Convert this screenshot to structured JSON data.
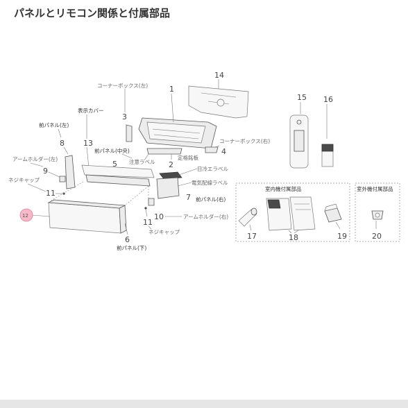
{
  "title": "パネルとリモコン関係と付属部品",
  "labels": {
    "corner_box_left": "コーナーボックス(左)",
    "corner_box_right": "コーナーボックス(右)",
    "display_cover": "表示カバー",
    "front_panel_left": "前パネル(左)",
    "front_panel_center": "前パネル(中央)",
    "arm_holder_left": "アームホルダー(左)",
    "screw_cap_left": "ネジキャップ",
    "caution_label": "注意ラベル",
    "rating_plate": "定格銘板",
    "daily_label": "日冷エラベル",
    "wiring_label": "電気配線ラベル",
    "front_panel_right": "前パネル(右)",
    "arm_holder_right": "アームホルダー(右)",
    "screw_cap_right": "ネジキャップ",
    "front_panel_bottom": "前パネル(下)",
    "indoor_accessories": "室内機付属部品",
    "outdoor_accessories": "室外機付属部品"
  },
  "numbers": {
    "n1": "1",
    "n2": "2",
    "n3": "3",
    "n4": "4",
    "n5": "5",
    "n6": "6",
    "n7": "7",
    "n8": "8",
    "n9": "9",
    "n10": "10",
    "n11a": "11",
    "n11b": "11",
    "n12": "12",
    "n13": "13",
    "n14": "14",
    "n15": "15",
    "n16": "16",
    "n17": "17",
    "n18": "18",
    "n19": "19",
    "n20": "20"
  },
  "colors": {
    "highlight_fill": "#f6b9c8",
    "highlight_stroke": "#e07f99"
  }
}
